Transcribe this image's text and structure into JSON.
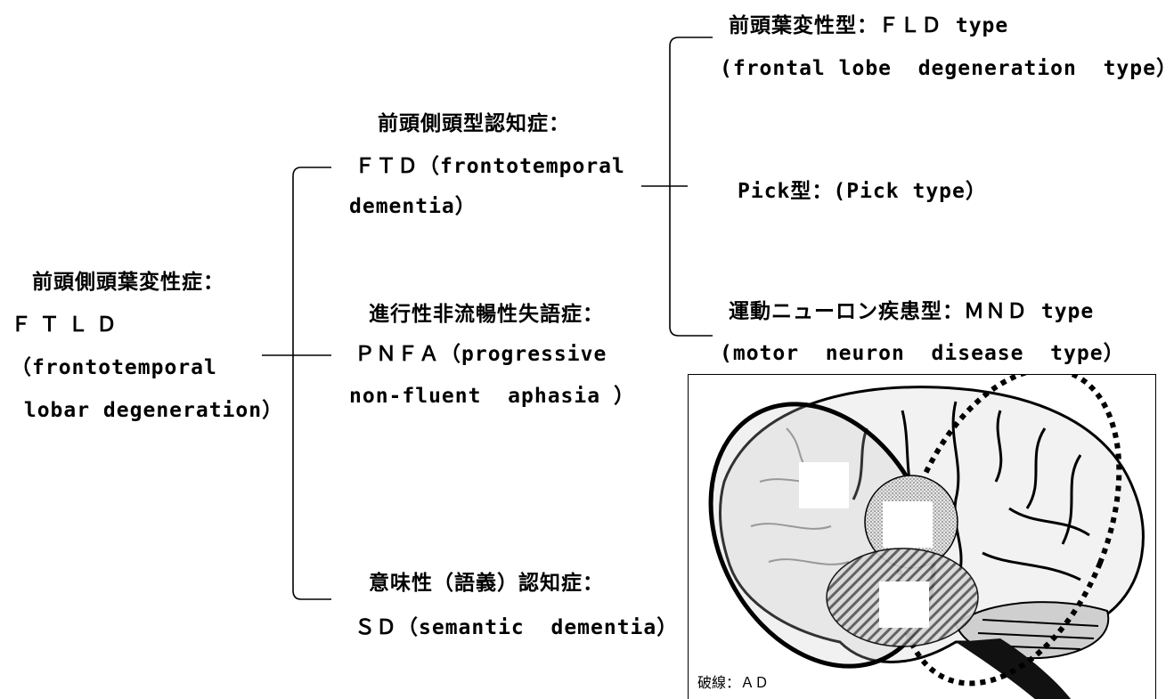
{
  "root": {
    "title": "前頭側頭葉変性症：",
    "abbr": "ＦＴＬＤ",
    "en_line1": "（frontotemporal",
    "en_line2": " lobar degeneration）"
  },
  "branches": [
    {
      "title": "前頭側頭型認知症：",
      "line1": "ＦＴＤ（frontotemporal",
      "line2": "dementia）"
    },
    {
      "title": "進行性非流暢性失語症：",
      "line1": "ＰＮＦＡ（progressive",
      "line2": "non-fluent  aphasia ）"
    },
    {
      "title": "意味性（語義）認知症：",
      "line1": "ＳＤ（semantic  dementia）"
    }
  ],
  "subtypes": [
    {
      "line1": "前頭葉変性型：ＦＬＤ type",
      "line2": "(frontal lobe  degeneration  type）"
    },
    {
      "line1": "Pick型：(Pick type）"
    },
    {
      "line1": "運動ニューロン疾患型：ＭＮＤ type",
      "line2": "(motor  neuron  disease  type）"
    }
  ],
  "figure": {
    "caption": "破線：ＡＤ"
  }
}
